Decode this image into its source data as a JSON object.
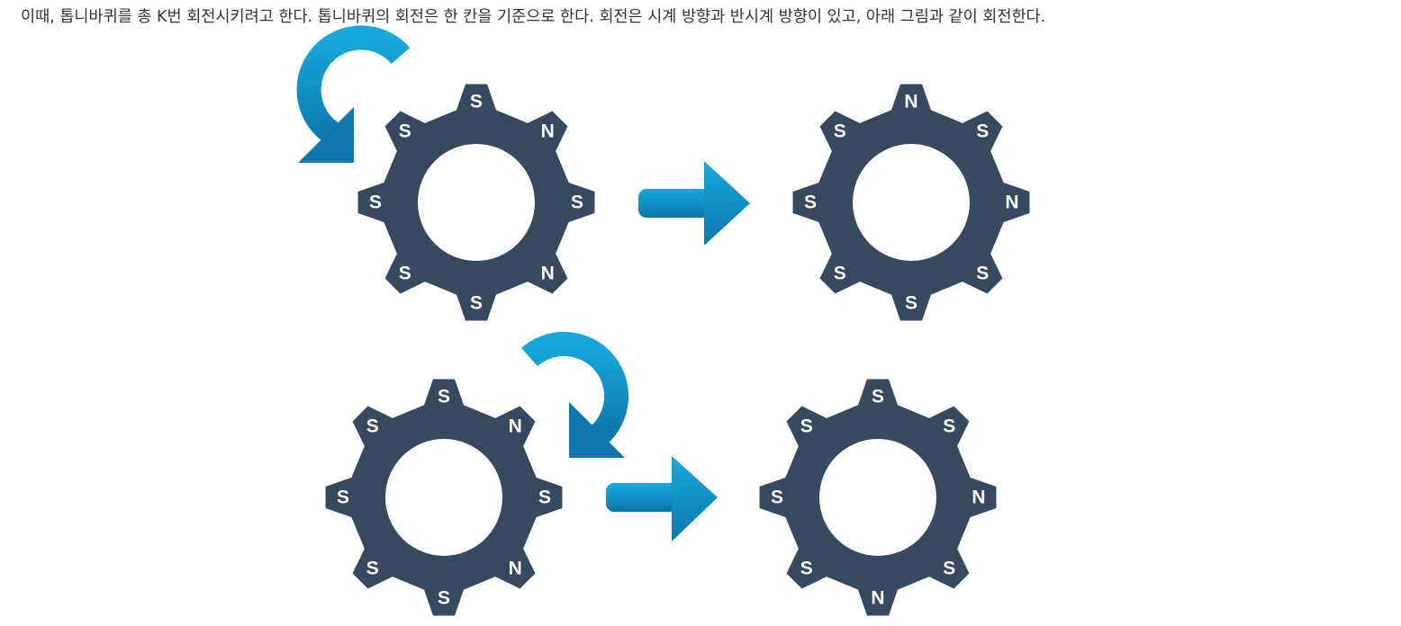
{
  "intro_text": "이때, 톱니바퀴를 총 K번 회전시키려고 한다. 톱니바퀴의 회전은 한 칸을 기준으로 한다. 회전은 시계 방향과 반시계 방향이 있고, 아래 그림과 같이 회전한다.",
  "colors": {
    "gear": "#36495f",
    "arrow_light": "#17a9dc",
    "arrow_dark": "#0d77ad",
    "label": "#ffffff",
    "text": "#333333"
  },
  "examples": [
    {
      "rotation": "counterclockwise",
      "before": {
        "poles": [
          "S",
          "N",
          "S",
          "N",
          "S",
          "S",
          "S",
          "S"
        ]
      },
      "after": {
        "poles": [
          "N",
          "S",
          "N",
          "S",
          "S",
          "S",
          "S",
          "S"
        ]
      }
    },
    {
      "rotation": "clockwise",
      "before": {
        "poles": [
          "S",
          "N",
          "S",
          "N",
          "S",
          "S",
          "S",
          "S"
        ]
      },
      "after": {
        "poles": [
          "S",
          "S",
          "N",
          "S",
          "N",
          "S",
          "S",
          "S"
        ]
      }
    }
  ]
}
